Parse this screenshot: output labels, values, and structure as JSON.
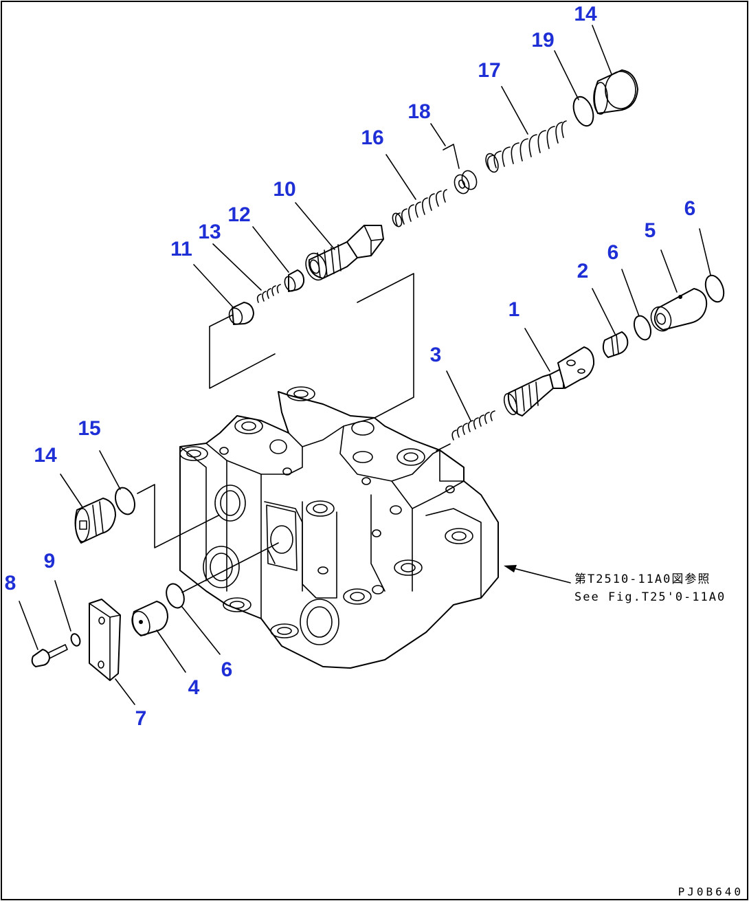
{
  "callouts": [
    {
      "id": "14a",
      "label": "14"
    },
    {
      "id": "19",
      "label": "19"
    },
    {
      "id": "17",
      "label": "17"
    },
    {
      "id": "18",
      "label": "18"
    },
    {
      "id": "16",
      "label": "16"
    },
    {
      "id": "10",
      "label": "10"
    },
    {
      "id": "12",
      "label": "12"
    },
    {
      "id": "13",
      "label": "13"
    },
    {
      "id": "11",
      "label": "11"
    },
    {
      "id": "6a",
      "label": "6"
    },
    {
      "id": "5",
      "label": "5"
    },
    {
      "id": "6b",
      "label": "6"
    },
    {
      "id": "2",
      "label": "2"
    },
    {
      "id": "1",
      "label": "1"
    },
    {
      "id": "3",
      "label": "3"
    },
    {
      "id": "15",
      "label": "15"
    },
    {
      "id": "14b",
      "label": "14"
    },
    {
      "id": "9",
      "label": "9"
    },
    {
      "id": "8",
      "label": "8"
    },
    {
      "id": "4",
      "label": "4"
    },
    {
      "id": "6c",
      "label": "6"
    },
    {
      "id": "7",
      "label": "7"
    }
  ],
  "reference": {
    "line1": "第T2510-11A0図参照",
    "line2": "See Fig.T25'0-11A0"
  },
  "drawing_code": "PJ0B640"
}
